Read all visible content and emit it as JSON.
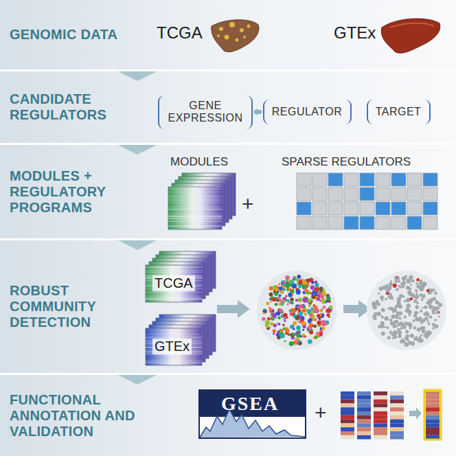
{
  "diagram": {
    "nodes": [
      {
        "text": [
          "GENOMIC DATA"
        ]
      },
      {
        "text": [
          "CANDIDATE REGULATORS"
        ]
      },
      {
        "text": [
          "GENE EXPRESSION"
        ],
        "in": 1
      },
      {
        "text": [
          "REGULATOR"
        ],
        "in": 1
      },
      {
        "text": [
          "TARGET"
        ],
        "in": 1
      },
      {
        "text": [
          "MODULES + REGULATORY PROGRAMS"
        ]
      },
      {
        "text": [
          "ROBUST COMMUNITY DETECTION"
        ]
      },
      {
        "text": [
          "FUNCTIONAL ANNOTATION AND VALIDATION"
        ]
      }
    ],
    "edges": [
      {
        "from": 2,
        "to": 3,
        "arrow": "to"
      }
    ],
    "labels": [
      "TCGA",
      "GTEx",
      "MODULES",
      "SPARSE REGULATORS",
      "+",
      "TCGA",
      "GTEx",
      "GSEA",
      "+"
    ]
  }
}
